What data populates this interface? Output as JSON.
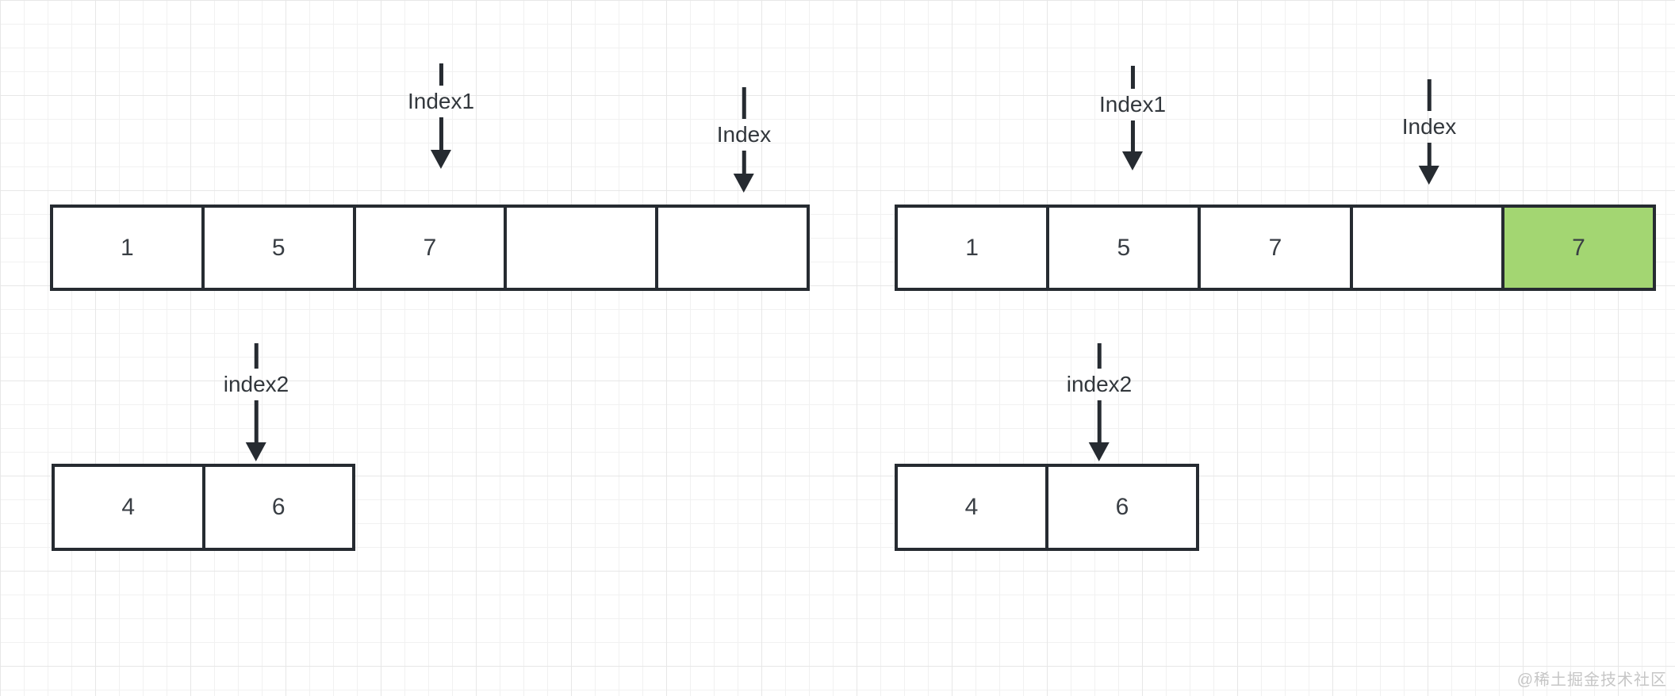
{
  "left_diagram": {
    "index1_label": "Index1",
    "index_label": "Index",
    "index2_label": "index2",
    "top_array": [
      "1",
      "5",
      "7",
      "",
      ""
    ],
    "bottom_array": [
      "4",
      "6"
    ]
  },
  "right_diagram": {
    "index1_label": "Index1",
    "index_label": "Index",
    "index2_label": "index2",
    "top_array": [
      "1",
      "5",
      "7",
      "",
      "7"
    ],
    "highlighted_cell_index": 4,
    "bottom_array": [
      "4",
      "6"
    ]
  },
  "watermark": "@稀土掘金技术社区",
  "colors": {
    "stroke": "#262b31",
    "cell_text": "#393e44",
    "highlight_green": "#a3d672",
    "grid_line": "#f1f1f1",
    "watermark_text": "#c6c6c6"
  }
}
